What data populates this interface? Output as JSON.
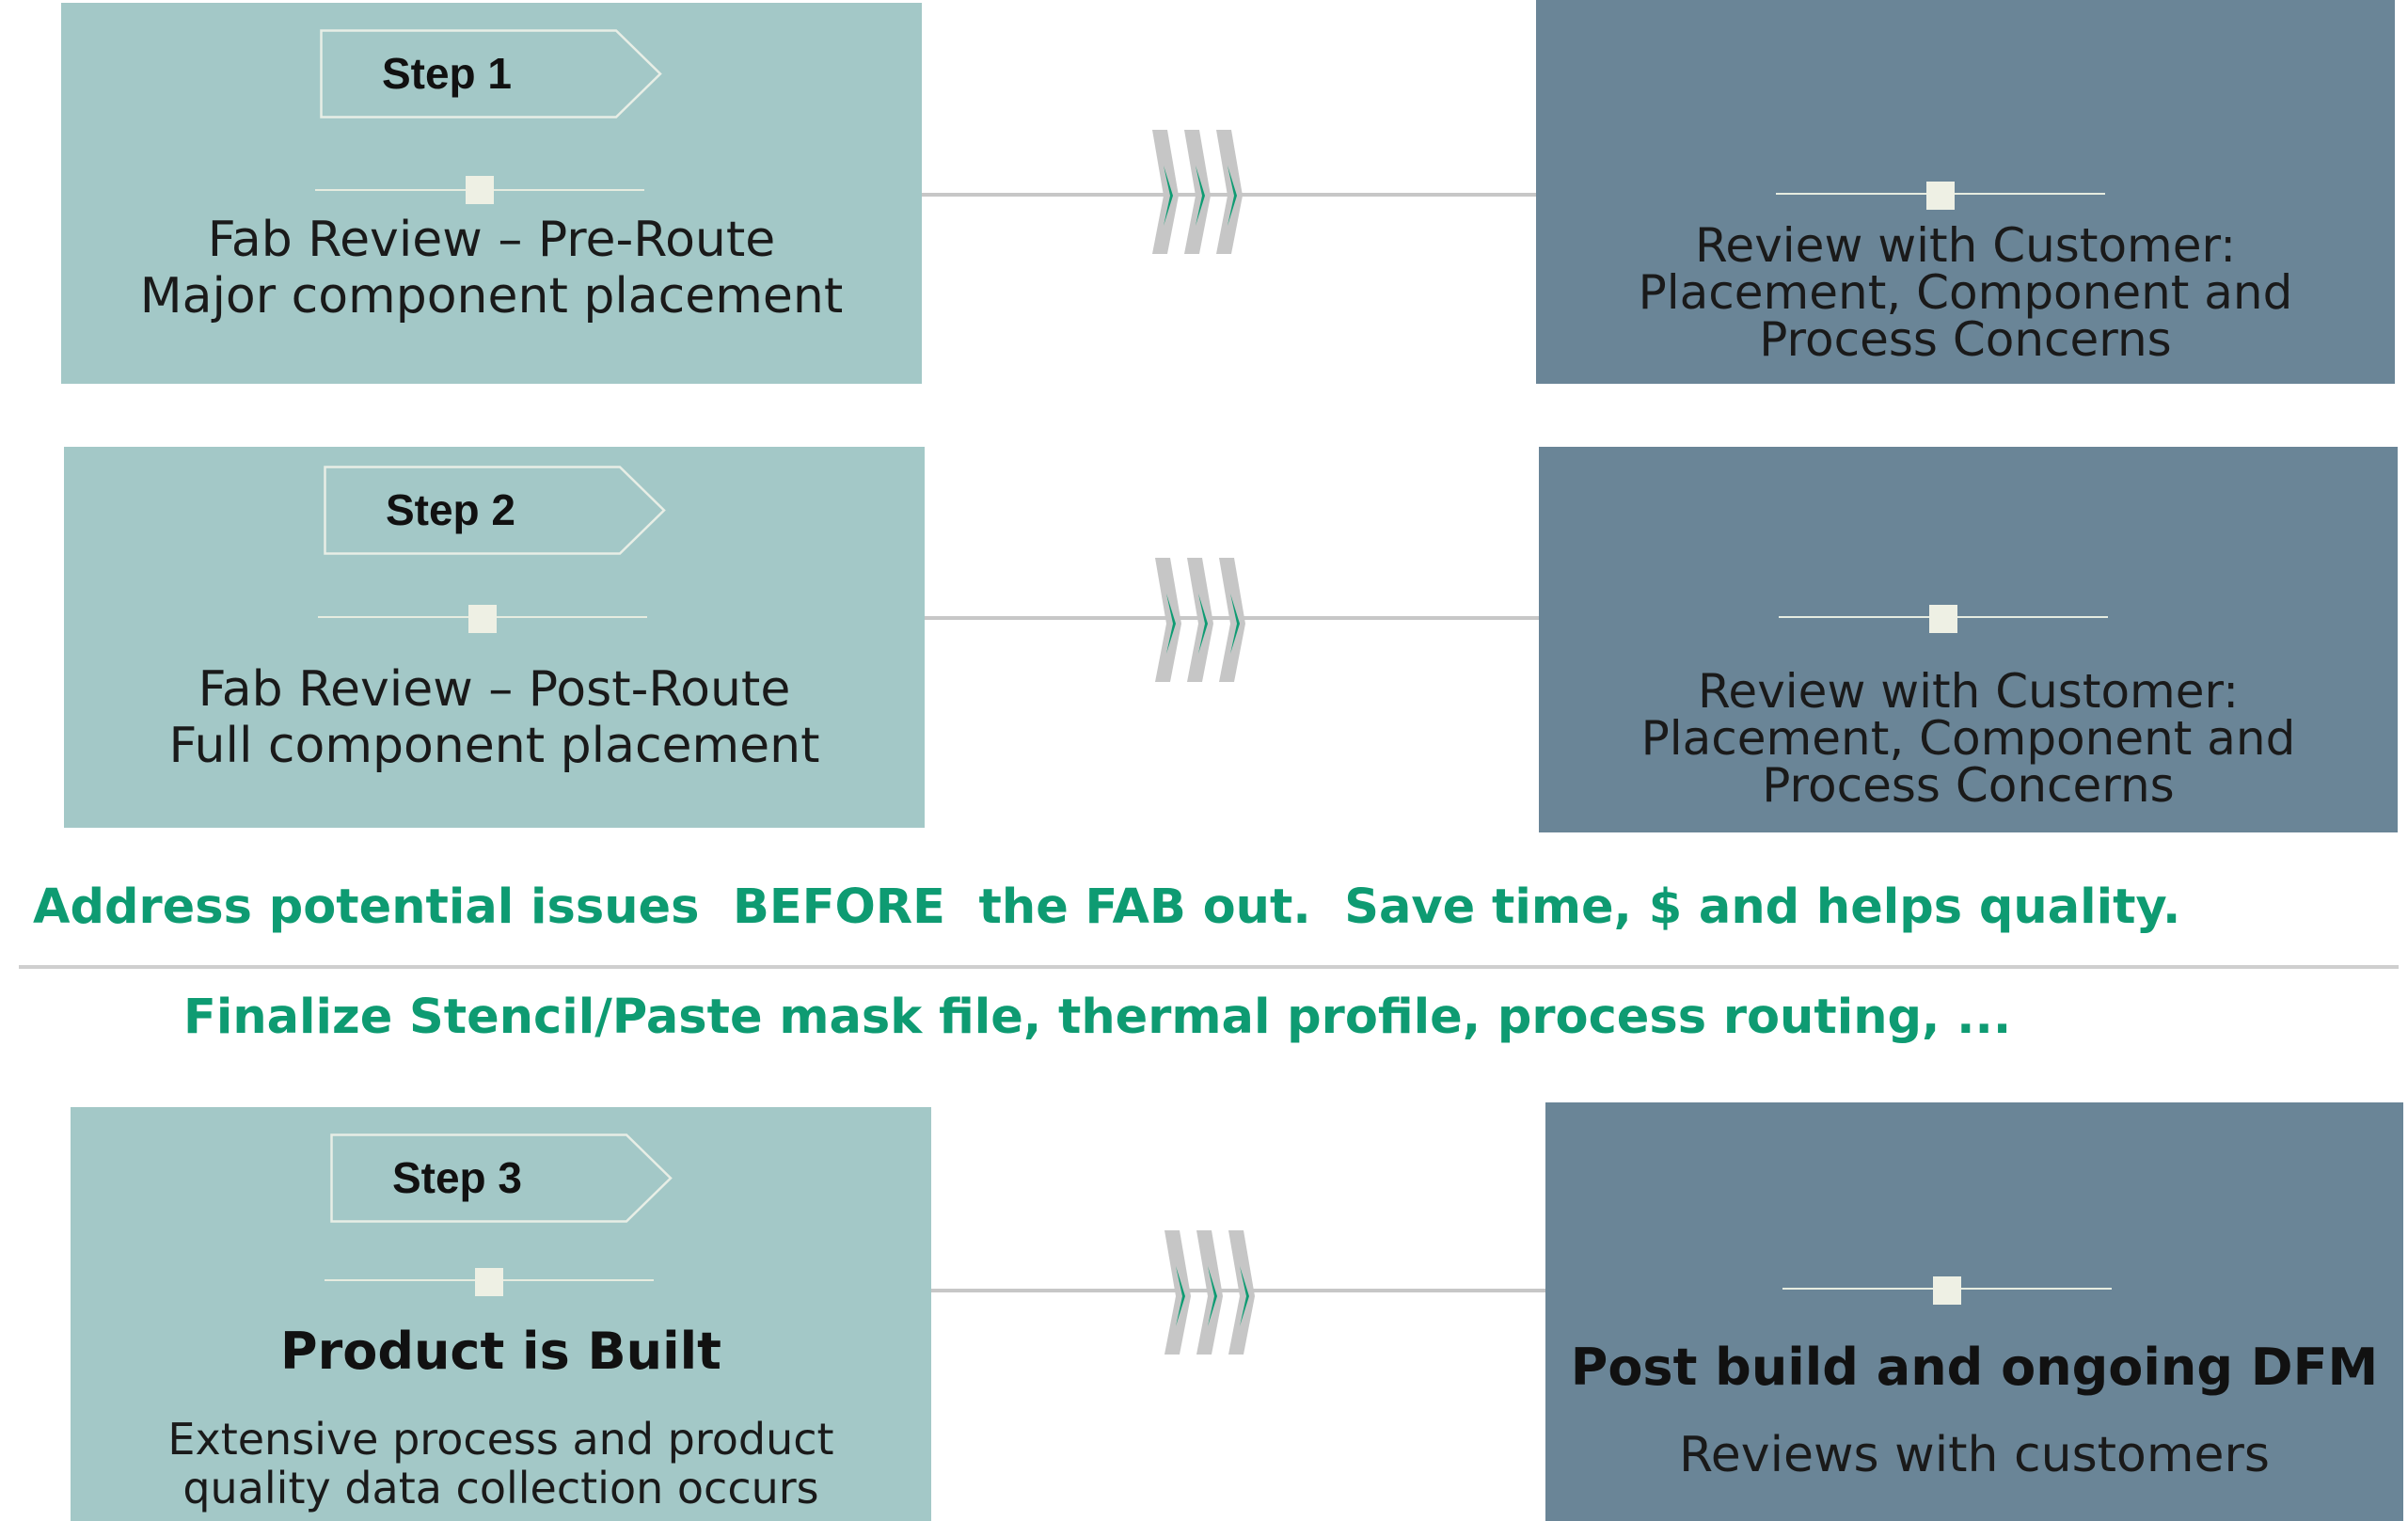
{
  "steps": [
    {
      "tag": "Step 1",
      "left_lines": [
        "Fab Review – Pre-Route",
        "Major component placement"
      ],
      "right_lines": [
        "Review with Customer:",
        "Placement, Component and",
        "Process Concerns"
      ]
    },
    {
      "tag": "Step 2",
      "left_lines": [
        "Fab Review – Post-Route",
        "Full component placement"
      ],
      "right_lines": [
        "Review with Customer:",
        "Placement, Component and",
        "Process Concerns"
      ]
    },
    {
      "tag": "Step 3",
      "left_title": "Product is Built",
      "left_lines": [
        "Extensive process and product",
        "quality data collection occurs"
      ],
      "right_title": "Post build and ongoing DFM",
      "right_lines": [
        "Reviews with customers"
      ]
    }
  ],
  "banner_top": "Address potential issues  BEFORE  the FAB out.  Save time, $ and helps quality.",
  "banner_bottom": "Finalize Stencil/Paste mask file, thermal profile, process routing, ...",
  "colors": {
    "light_box": "#a3c8c7",
    "dark_box": "#6a8597",
    "accent_green": "#0e9b72",
    "connector_gray": "#c7c7c7"
  }
}
